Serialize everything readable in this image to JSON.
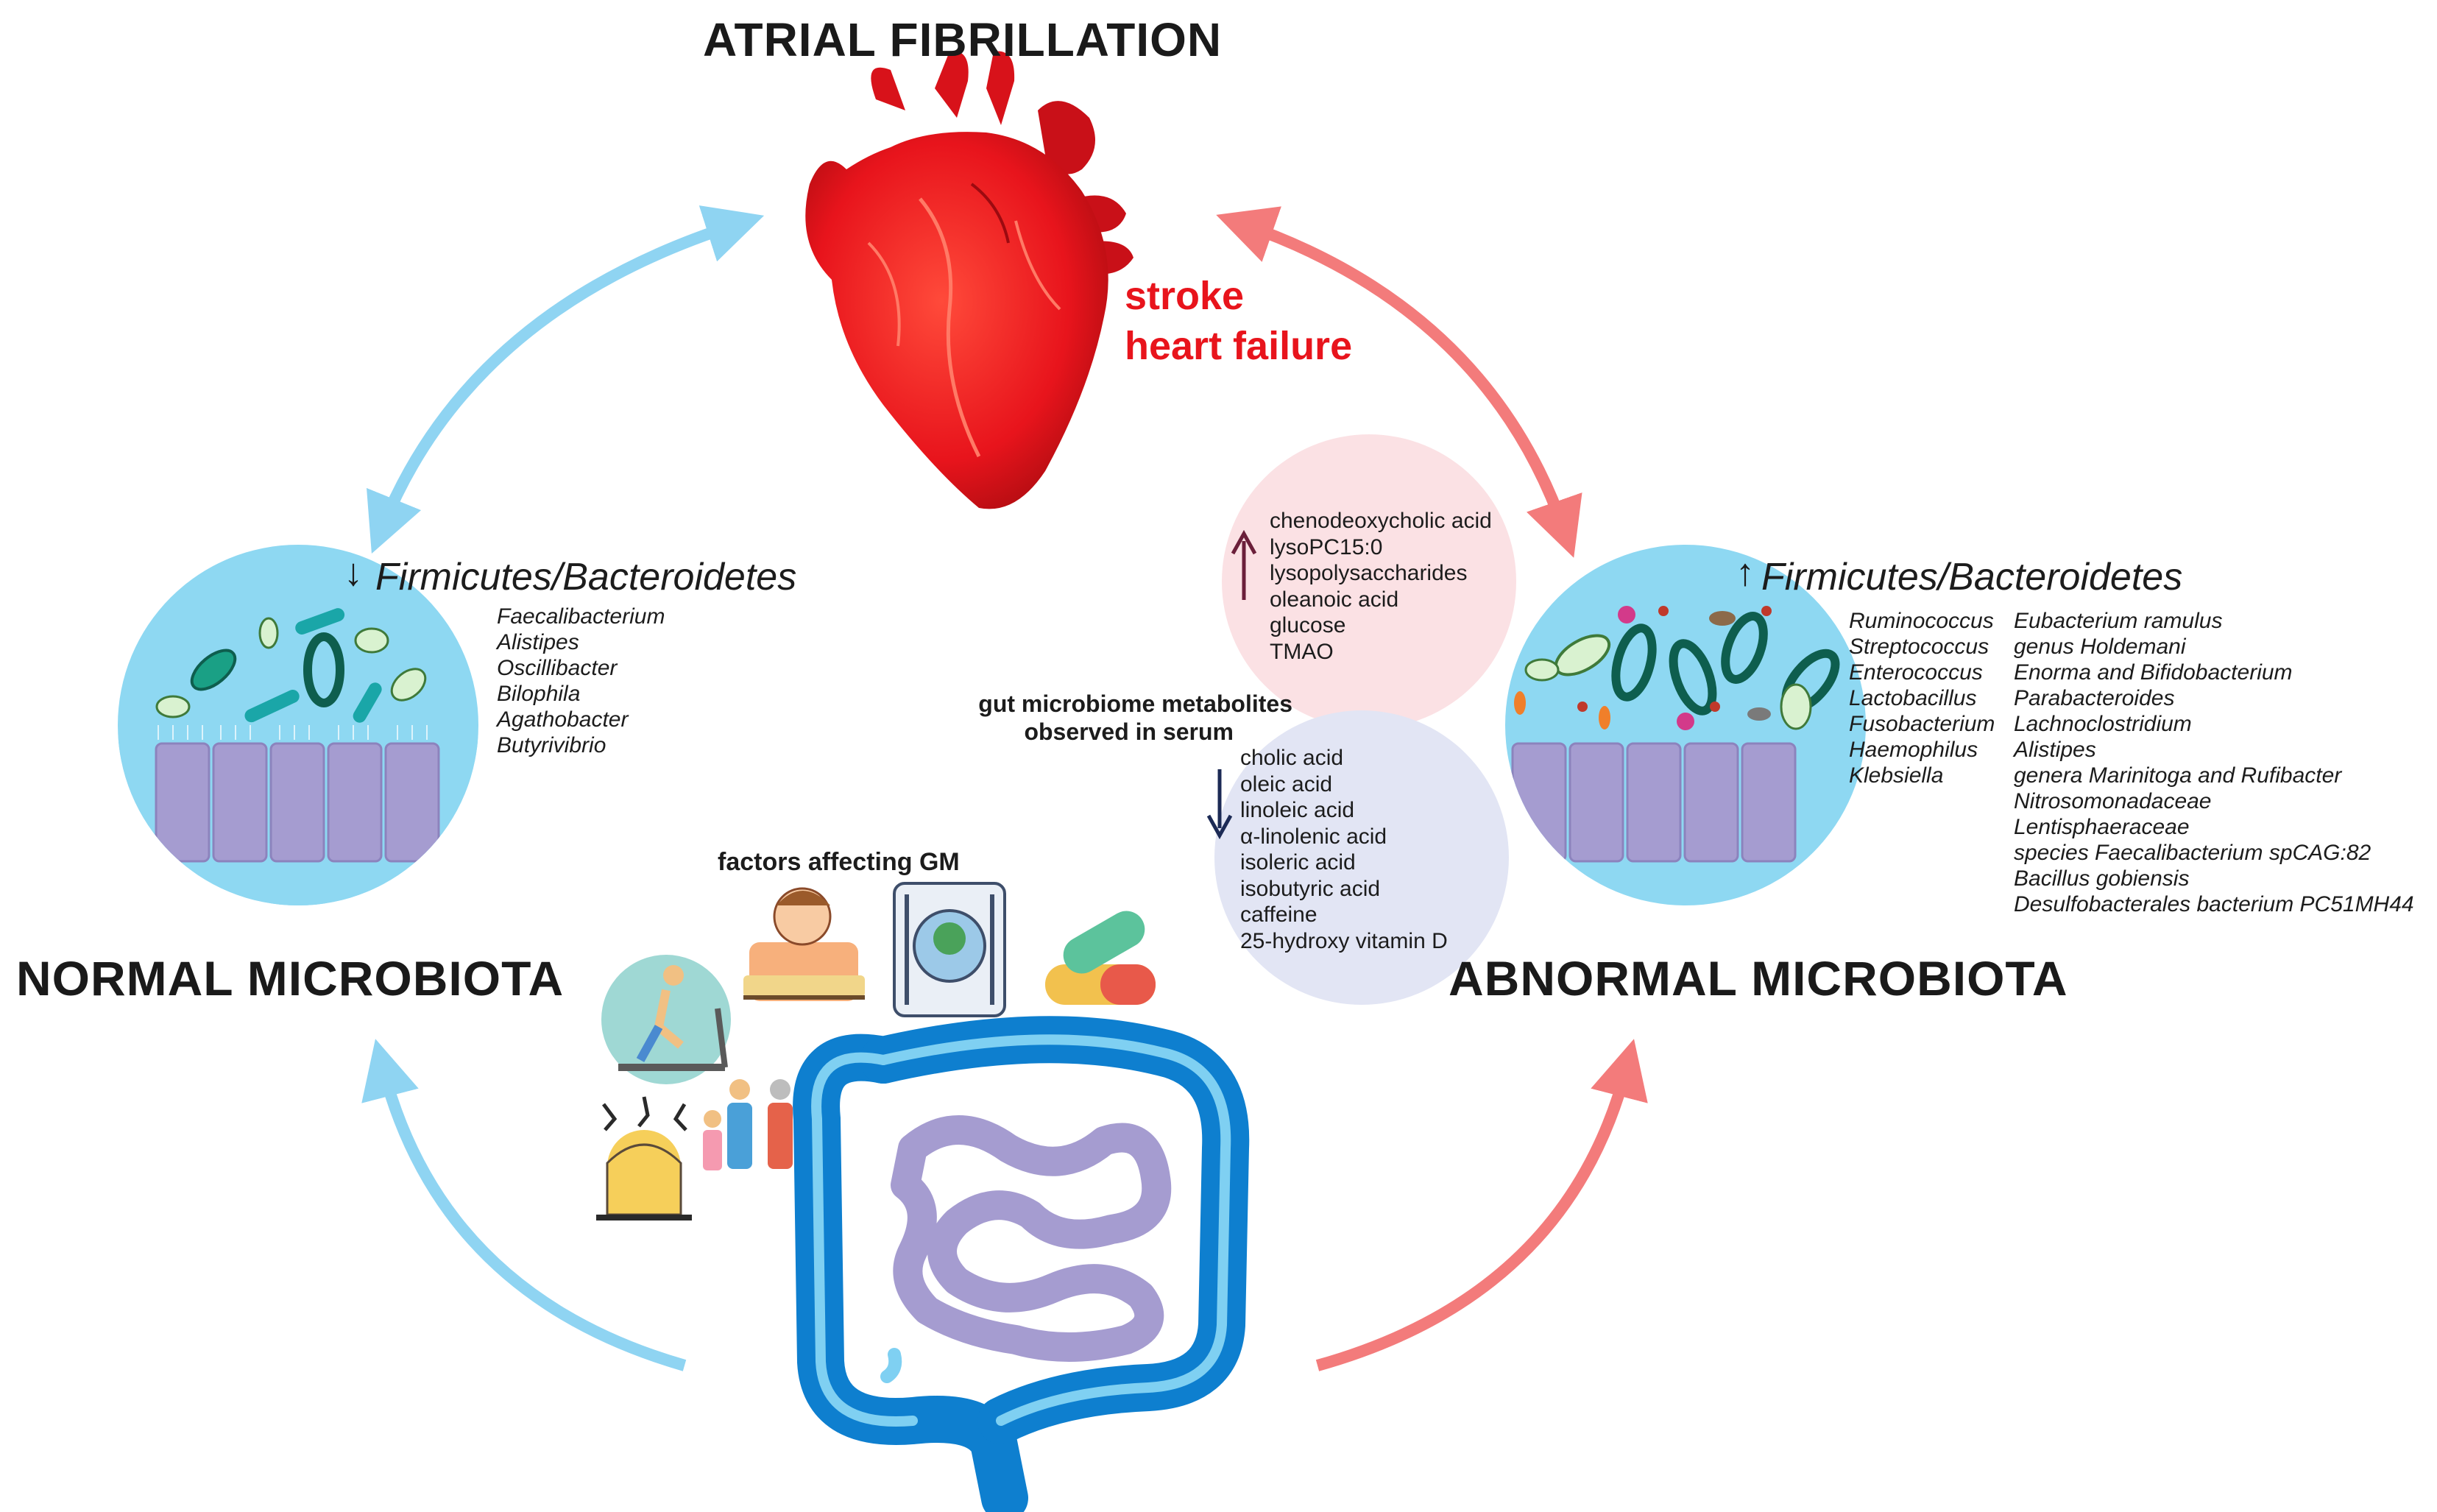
{
  "title": "ATRIAL FIBRILLATION",
  "complications": [
    "stroke",
    "heart failure"
  ],
  "normal": {
    "label": "NORMAL MICROBIOTA",
    "ratio_arrow": "↓",
    "ratio": "Firmicutes/Bacteroidetes",
    "taxa": [
      "Faecalibacterium",
      "Alistipes",
      "Oscillibacter",
      "Bilophila",
      "Agathobacter",
      "Butyrivibrio"
    ]
  },
  "abnormal": {
    "label": "ABNORMAL MICROBIOTA",
    "ratio_arrow": "↑",
    "ratio": "Firmicutes/Bacteroidetes",
    "taxa_col1": [
      "Ruminococcus",
      "Streptococcus",
      "Enterococcus",
      "Lactobacillus",
      "Fusobacterium",
      "Haemophilus",
      "Klebsiella"
    ],
    "taxa_col2": [
      "Eubacterium ramulus",
      "genus Holdemani",
      "Enorma and Bifidobacterium",
      "Parabacteroides",
      "Lachnoclostridium",
      "Alistipes",
      "genera Marinitoga and Rufibacter",
      "Nitrosomonadaceae",
      "Lentisphaeraceae",
      "species Faecalibacterium spCAG:82",
      "Bacillus gobiensis",
      "Desulfobacterales bacterium PC51MH44"
    ]
  },
  "metabolites": {
    "caption_line1": "gut microbiome metabolites",
    "caption_line2": "observed in serum",
    "increased_arrow": "↑",
    "increased": [
      "chenodeoxycholic acid",
      "lysoPC15:0",
      "lysopolysaccharides",
      "oleanoic acid",
      "glucose",
      "TMAO"
    ],
    "decreased_arrow": "↓",
    "decreased": [
      "cholic acid",
      "oleic acid",
      "linoleic acid",
      "α-linolenic acid",
      "isoleric acid",
      "isobutyric acid",
      "caffeine",
      "25-hydroxy vitamin D"
    ]
  },
  "factors": {
    "label": "factors affecting GM",
    "icons": [
      "sleep-icon",
      "diet-icon",
      "medication-icon",
      "exercise-icon",
      "stress-icon",
      "family-age-icon"
    ]
  },
  "colors": {
    "blue_arrow": "#8fd4f2",
    "red_arrow": "#f37b7b",
    "circle_blue": "#8ed8f2",
    "villi": "#a59cd0",
    "heart": "#e8141c",
    "increase_circle": "#fbe1e4",
    "decrease_circle": "#e2e5f4",
    "intestine": "#0e7fcf"
  }
}
